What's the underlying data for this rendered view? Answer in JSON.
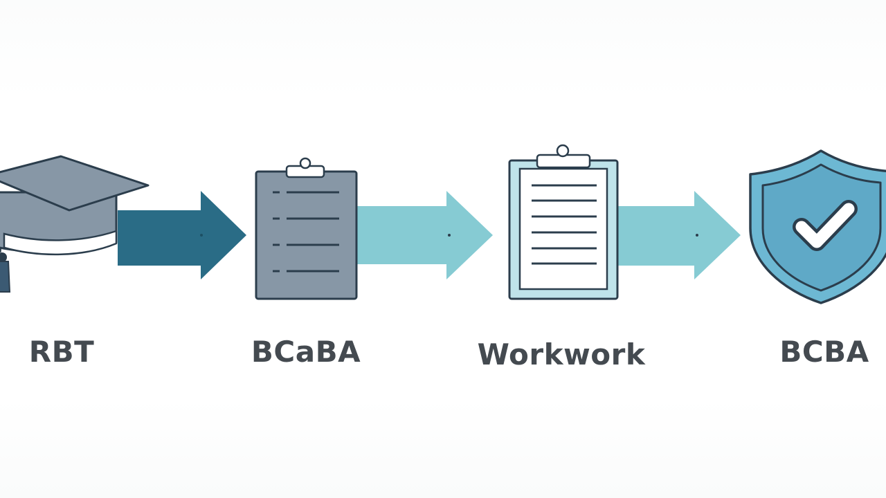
{
  "stages": [
    {
      "label": "RBT",
      "icon": "graduation-cap-icon"
    },
    {
      "label": "BCaBA",
      "icon": "clipboard-checklist-icon"
    },
    {
      "label": "Workwork",
      "icon": "clipboard-document-icon"
    },
    {
      "label": "BCBA",
      "icon": "shield-check-icon"
    }
  ],
  "colors": {
    "outline": "#2b3d4c",
    "gray_fill": "#8797a6",
    "gray_light": "#a9b6c2",
    "dark_teal": "#2a6c86",
    "light_teal": "#86cbd3",
    "shield_fill": "#6db8d3",
    "shield_inner": "#5fa9c7",
    "paper": "#ffffff",
    "text": "#444a50"
  }
}
